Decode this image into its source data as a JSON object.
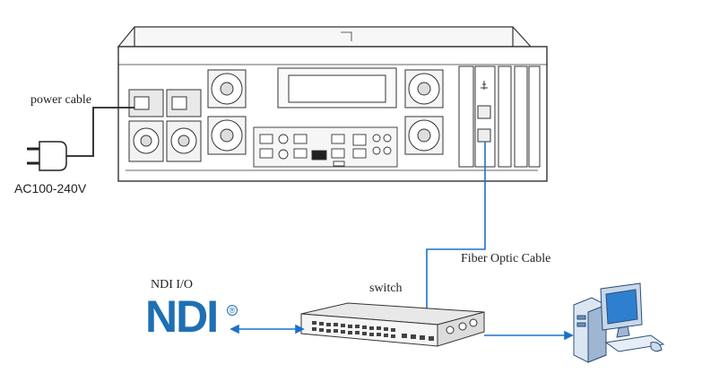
{
  "labels": {
    "power_cable": "power cable",
    "ac_voltage": "AC100-240V",
    "fiber_cable": "Fiber Optic Cable",
    "ndi_io": "NDI I/O",
    "switch": "switch"
  },
  "logo": {
    "text": "NDI",
    "trademark": "®"
  },
  "colors": {
    "connection": "#1a73c9",
    "ndi_blue": "#1f6fb4",
    "device_outline": "#333333"
  }
}
